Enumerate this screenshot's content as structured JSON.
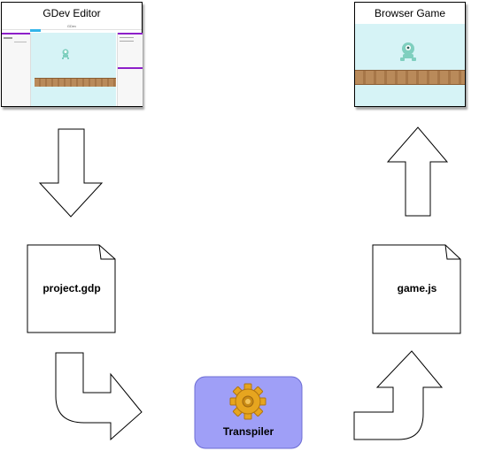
{
  "editor_window": {
    "title": "GDev Editor",
    "inner_title": "GDev"
  },
  "browser_window": {
    "title": "Browser Game"
  },
  "project_file": {
    "label": "project.gdp"
  },
  "output_file": {
    "label": "game.js"
  },
  "transpiler": {
    "label": "Transpiler"
  },
  "colors": {
    "sky": "#d6f3f6",
    "ground": "#b98a5a",
    "transpiler_fill": "#9f9ff7",
    "transpiler_stroke": "#6c6cd3",
    "editor_panel_accent": "#8d1fc9",
    "gear": "#e6a51f"
  },
  "icons": [
    "gear-icon",
    "alien-character-icon",
    "arrow-down-icon",
    "arrow-up-icon",
    "bent-arrow-right-icon",
    "bent-arrow-up-icon"
  ]
}
